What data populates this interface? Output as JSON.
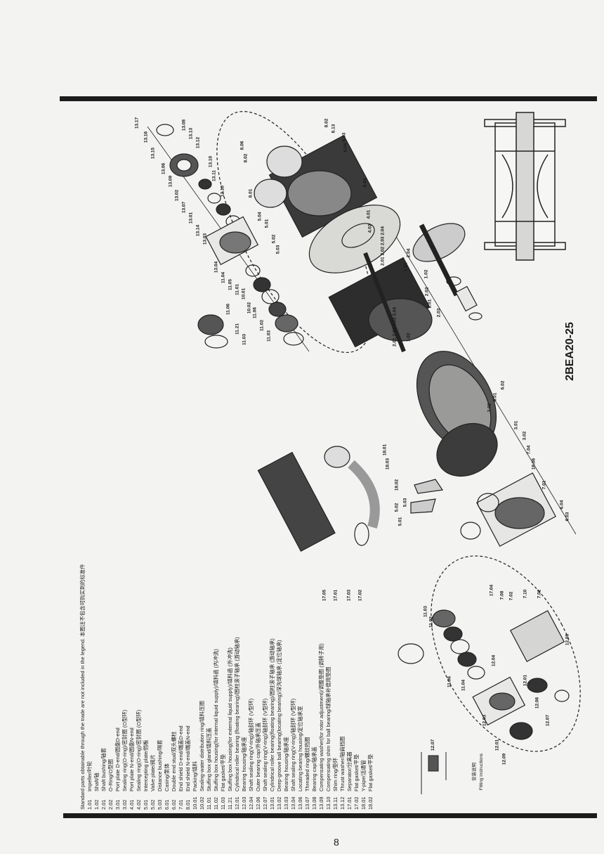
{
  "model": "2BEA20-25",
  "page_number": "8",
  "legend": {
    "header": "Standard parts obtainable through the trade are not included in the legend.  本图注不包含可购买到的标准件",
    "items": [
      {
        "no": "1.01",
        "text": "Impeller/叶轮"
      },
      {
        "no": "1.02",
        "text": "Shaft/轴"
      },
      {
        "no": "2.01",
        "text": "Shaft bushing/轴套"
      },
      {
        "no": "2.02",
        "text": "O-Ring/O型圈"
      },
      {
        "no": "3.01",
        "text": "Port plate D-end/圆盘D-end"
      },
      {
        "no": "3.02",
        "text": "Sealing ring(O-ring)/密封圈 (O型环)"
      },
      {
        "no": "4.01",
        "text": "Port plate N-end/圆盘N-end"
      },
      {
        "no": "4.02",
        "text": "Sealing ring(O-ring)/密封圈 (O型环)"
      },
      {
        "no": "5.01",
        "text": "Intercepting plate/挡板"
      },
      {
        "no": "5.02",
        "text": "Valve plate/阀片"
      },
      {
        "no": "5.03",
        "text": "Distance bushing/隔套"
      },
      {
        "no": "6.01",
        "text": "Casing/泵体"
      },
      {
        "no": "6.02",
        "text": "Double end stud/双头螺柱"
      },
      {
        "no": "7.01",
        "text": "End shield D-end/端盖D-end"
      },
      {
        "no": "8.01",
        "text": "End shield N-end/端盖N-end"
      },
      {
        "no": "10.01",
        "text": "Packing/填料"
      },
      {
        "no": "10.02",
        "text": "Sealing-water distribution ring/填料压圈"
      },
      {
        "no": "11.01",
        "text": "Stuffing box gland/填料压盖"
      },
      {
        "no": "11.02",
        "text": "Stuffing box housing(for internal liquid supply)/填料函 (内冲洗)"
      },
      {
        "no": "11.03",
        "text": "Flat gasket/平垫"
      },
      {
        "no": "11.21",
        "text": "Stuffing box housing(for external liquid supply)/填料函 (外冲洗)"
      },
      {
        "no": "12.01",
        "text": "Cylindrical roller bearing (floating bearing)/圆柱滚子轴承 (游动轴承)"
      },
      {
        "no": "12.03",
        "text": "Bearing housing/轴承座"
      },
      {
        "no": "12.04",
        "text": "Shaft sealing ring(V-ring)/轴封环 (V型环)"
      },
      {
        "no": "12.06",
        "text": "Outer bearing cap/外轴承压盖"
      },
      {
        "no": "12.07",
        "text": "Shaft sealing ring(V-ring)/轴封环 (V型环)"
      },
      {
        "no": "13.01",
        "text": "Cylindrical roller bearing(floating bearing)/圆柱滚子轴承 (游动轴承)"
      },
      {
        "no": "13.02",
        "text": "Deep-groove ball bearing(locating bearing)/深沟球轴承 (定位轴承)"
      },
      {
        "no": "13.03",
        "text": "Bearing housing/轴承座"
      },
      {
        "no": "13.04",
        "text": "Shaft sealing ring(V-ring)/轴封环 (V型环)"
      },
      {
        "no": "13.06",
        "text": "Locating bearing housing/定位轴承室"
      },
      {
        "no": "13.07",
        "text": "Threaded ring/螺纹挡圈"
      },
      {
        "no": "13.08",
        "text": "Bearing cap/轴承盖"
      },
      {
        "no": "13.09",
        "text": "Compensating washer(for rotor adjustment)/调整垫圈 (调转子用)"
      },
      {
        "no": "13.10",
        "text": "Compensating shim for ball bearing/球轴承补偿用垫圈"
      },
      {
        "no": "13.11",
        "text": "Shim ring/垫环"
      },
      {
        "no": "13.12",
        "text": "Thrust washer/轴肩挡圈"
      },
      {
        "no": "17.01",
        "text": "Separator/分离器"
      },
      {
        "no": "17.02",
        "text": "Flat gasket/平垫"
      },
      {
        "no": "18.01",
        "text": "Y-pipe/活通管"
      },
      {
        "no": "18.02",
        "text": "Flat gasket/平垫"
      }
    ]
  },
  "fitting": {
    "title_cn": "安装说明",
    "title_en": "Fitting instructions",
    "part": "12.07"
  },
  "callouts": [
    "13.17",
    "13.16",
    "13.15",
    "13.06",
    "13.09",
    "13.02",
    "13.07",
    "13.01",
    "13.14",
    "13.03",
    "13.08",
    "13.13",
    "13.12",
    "13.10",
    "13.11",
    "13.10",
    "13.04",
    "11.04",
    "11.05",
    "11.01",
    "10.01",
    "10.02",
    "11.06",
    "11.02",
    "11.03",
    "11.06",
    "11.21",
    "11.03",
    "8.02",
    "8.06",
    "8.01",
    "5.04",
    "5.01",
    "5.02",
    "5.03",
    "8.02",
    "8.13",
    "6.03",
    "6.04",
    "8.04",
    "4.01",
    "4.02",
    "2.01 2.02 2.03 2.04",
    "2.04",
    "1.01",
    "1.02",
    "2.02",
    "2.01",
    "2.03",
    "2.01 2.02 2.03 2.04",
    "1.02",
    "6.02",
    "6.01",
    "3.02",
    "3.01",
    "3.02",
    "7.04",
    "18.06",
    "7.01",
    "6.04",
    "6.03",
    "18.01",
    "18.03",
    "18.02",
    "5.03",
    "5.02",
    "5.01",
    "17.04",
    "7.08",
    "7.02",
    "7.10",
    "7.02",
    "17.05",
    "17.01",
    "17.03",
    "17.02",
    "11.03",
    "11.02",
    "11.06",
    "11.04",
    "12.04",
    "12.01",
    "12.03",
    "12.06",
    "12.07",
    "12.08",
    "12.09",
    "12.01"
  ]
}
